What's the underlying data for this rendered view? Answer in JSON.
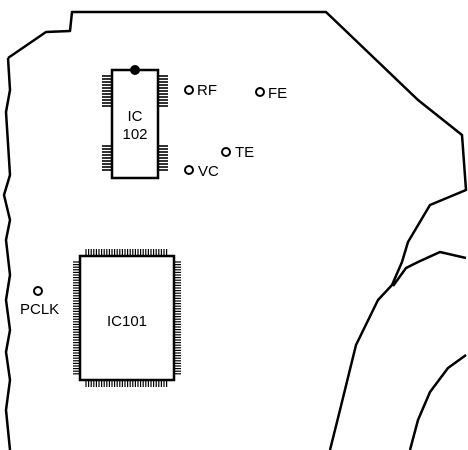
{
  "ic102": {
    "line1": "IC",
    "line2": "102"
  },
  "ic101": {
    "label": "IC101"
  },
  "test_points": {
    "rf": "RF",
    "fe": "FE",
    "te": "TE",
    "vc": "VC",
    "pclk": "PCLK"
  },
  "colors": {
    "ink": "#000000",
    "background": "#ffffff"
  }
}
